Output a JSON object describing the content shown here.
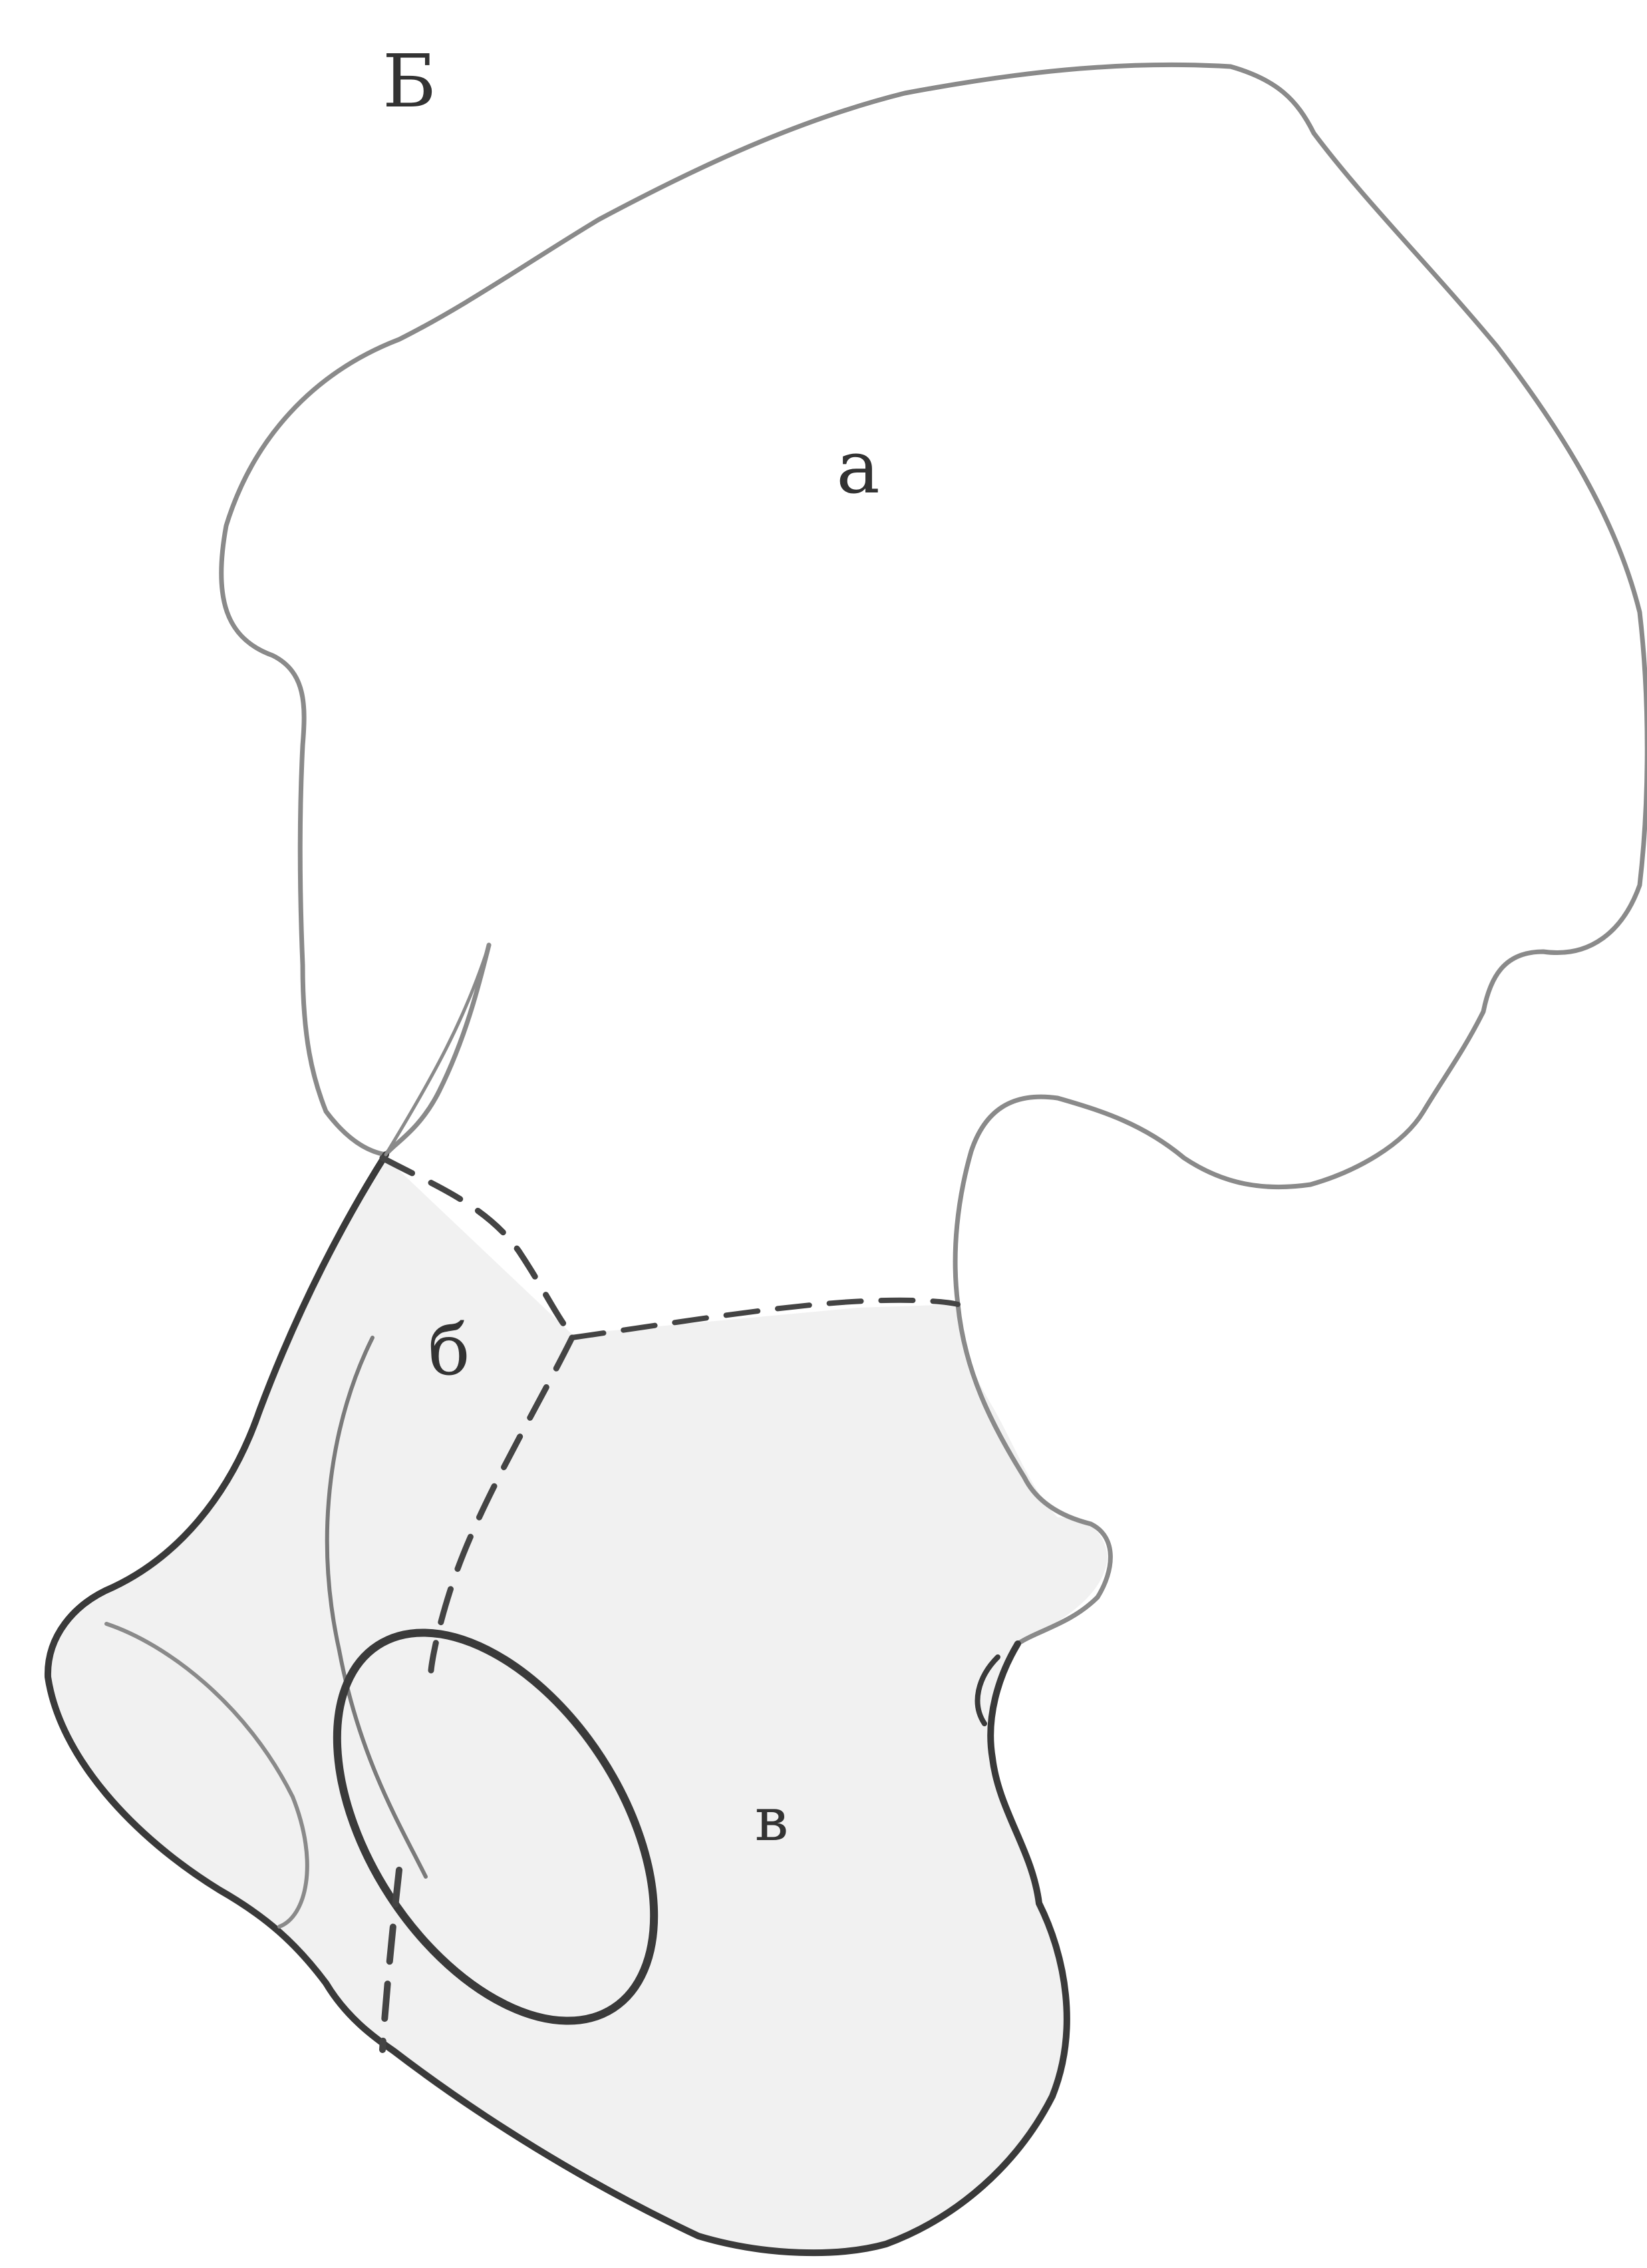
{
  "figure": {
    "panel_label": "Б",
    "regions": [
      {
        "key": "a",
        "label": "а"
      },
      {
        "key": "b",
        "label": "б"
      },
      {
        "key": "c",
        "label": "в"
      }
    ]
  },
  "colors": {
    "background": "#ffffff",
    "outline": "#6e6e6e",
    "outline_dark": "#3a3a3a",
    "shaded_fill": "#f1f1f1",
    "label_text": "#333333"
  }
}
